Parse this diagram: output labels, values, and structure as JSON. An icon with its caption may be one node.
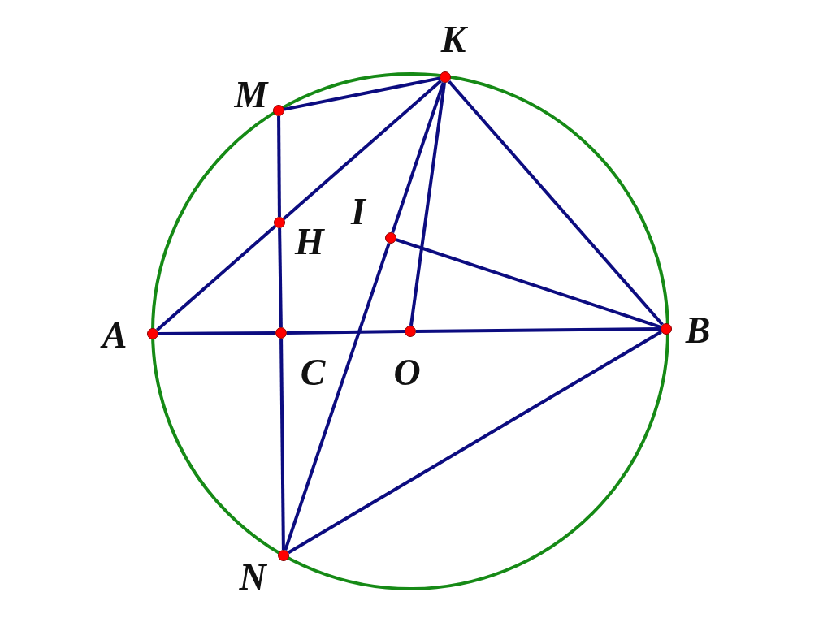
{
  "diagram": {
    "nodes": [
      {
        "text": [
          "K"
        ]
      },
      {
        "text": [
          "M"
        ]
      },
      {
        "text": [
          "I"
        ]
      },
      {
        "text": [
          "H"
        ]
      },
      {
        "text": [
          "A"
        ]
      },
      {
        "text": [
          "C"
        ]
      },
      {
        "text": [
          "O"
        ]
      },
      {
        "text": [
          "B"
        ]
      },
      {
        "text": [
          "N"
        ]
      }
    ],
    "edges": [
      {
        "from": 1,
        "to": 0,
        "arrow": "none"
      },
      {
        "from": 1,
        "to": 3,
        "arrow": "none"
      },
      {
        "from": 3,
        "to": 5,
        "arrow": "none"
      },
      {
        "from": 5,
        "to": 8,
        "arrow": "none"
      },
      {
        "from": 4,
        "to": 3,
        "arrow": "none"
      },
      {
        "from": 3,
        "to": 0,
        "arrow": "none"
      },
      {
        "from": 0,
        "to": 7,
        "arrow": "none"
      },
      {
        "from": 0,
        "to": 6,
        "arrow": "none"
      },
      {
        "from": 0,
        "to": 2,
        "arrow": "none"
      },
      {
        "from": 2,
        "to": 8,
        "arrow": "none"
      },
      {
        "from": 2,
        "to": 7,
        "arrow": "none"
      },
      {
        "from": 4,
        "to": 5,
        "arrow": "none"
      },
      {
        "from": 5,
        "to": 6,
        "arrow": "none"
      },
      {
        "from": 6,
        "to": 7,
        "arrow": "none"
      },
      {
        "from": 8,
        "to": 7,
        "arrow": "none"
      }
    ]
  }
}
